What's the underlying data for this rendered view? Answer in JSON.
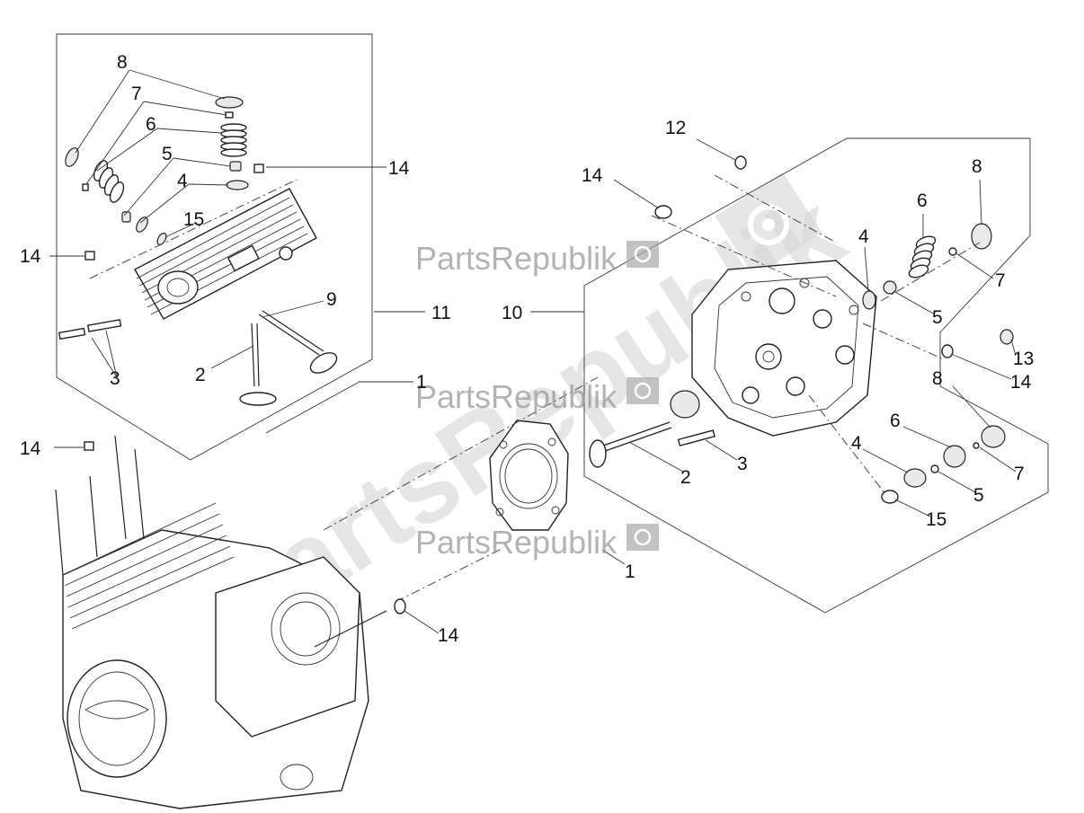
{
  "watermark": {
    "brand": "PartsRepublik",
    "diagonal": "PartsRepublik"
  },
  "labels": [
    {
      "id": "l-8a",
      "text": "8"
    },
    {
      "id": "l-7a",
      "text": "7"
    },
    {
      "id": "l-6a",
      "text": "6"
    },
    {
      "id": "l-5a",
      "text": "5"
    },
    {
      "id": "l-4a",
      "text": "4"
    },
    {
      "id": "l-15a",
      "text": "15"
    },
    {
      "id": "l-14a",
      "text": "14"
    },
    {
      "id": "l-14b",
      "text": "14"
    },
    {
      "id": "l-9",
      "text": "9"
    },
    {
      "id": "l-11",
      "text": "11"
    },
    {
      "id": "l-2a",
      "text": "2"
    },
    {
      "id": "l-3a",
      "text": "3"
    },
    {
      "id": "l-14c",
      "text": "14"
    },
    {
      "id": "l-1a",
      "text": "1"
    },
    {
      "id": "l-12",
      "text": "12"
    },
    {
      "id": "l-14d",
      "text": "14"
    },
    {
      "id": "l-8b",
      "text": "8"
    },
    {
      "id": "l-6b",
      "text": "6"
    },
    {
      "id": "l-4b",
      "text": "4"
    },
    {
      "id": "l-7b",
      "text": "7"
    },
    {
      "id": "l-10",
      "text": "10"
    },
    {
      "id": "l-5b",
      "text": "5"
    },
    {
      "id": "l-13",
      "text": "13"
    },
    {
      "id": "l-14e",
      "text": "14"
    },
    {
      "id": "l-8c",
      "text": "8"
    },
    {
      "id": "l-6c",
      "text": "6"
    },
    {
      "id": "l-4c",
      "text": "4"
    },
    {
      "id": "l-7c",
      "text": "7"
    },
    {
      "id": "l-5c",
      "text": "5"
    },
    {
      "id": "l-15b",
      "text": "15"
    },
    {
      "id": "l-2b",
      "text": "2"
    },
    {
      "id": "l-3b",
      "text": "3"
    },
    {
      "id": "l-1b",
      "text": "1"
    },
    {
      "id": "l-14f",
      "text": "14"
    }
  ]
}
